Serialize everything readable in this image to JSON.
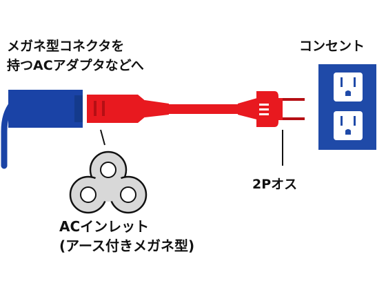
{
  "labels": {
    "adapter_line1": "メガネ型コネクタを",
    "adapter_line2": "持つACアダプタなどへ",
    "outlet": "コンセント",
    "plug": "2Pオス",
    "inlet_line1": "ACインレット",
    "inlet_line2": "(アース付きメガネ型)"
  },
  "colors": {
    "cable_red": "#e8191f",
    "plug_dark_red": "#b50f14",
    "adapter_blue": "#1a43a6",
    "outlet_blue": "#1f4aa8",
    "connector_gray": "#d8d8d8",
    "line_black": "#111111"
  }
}
